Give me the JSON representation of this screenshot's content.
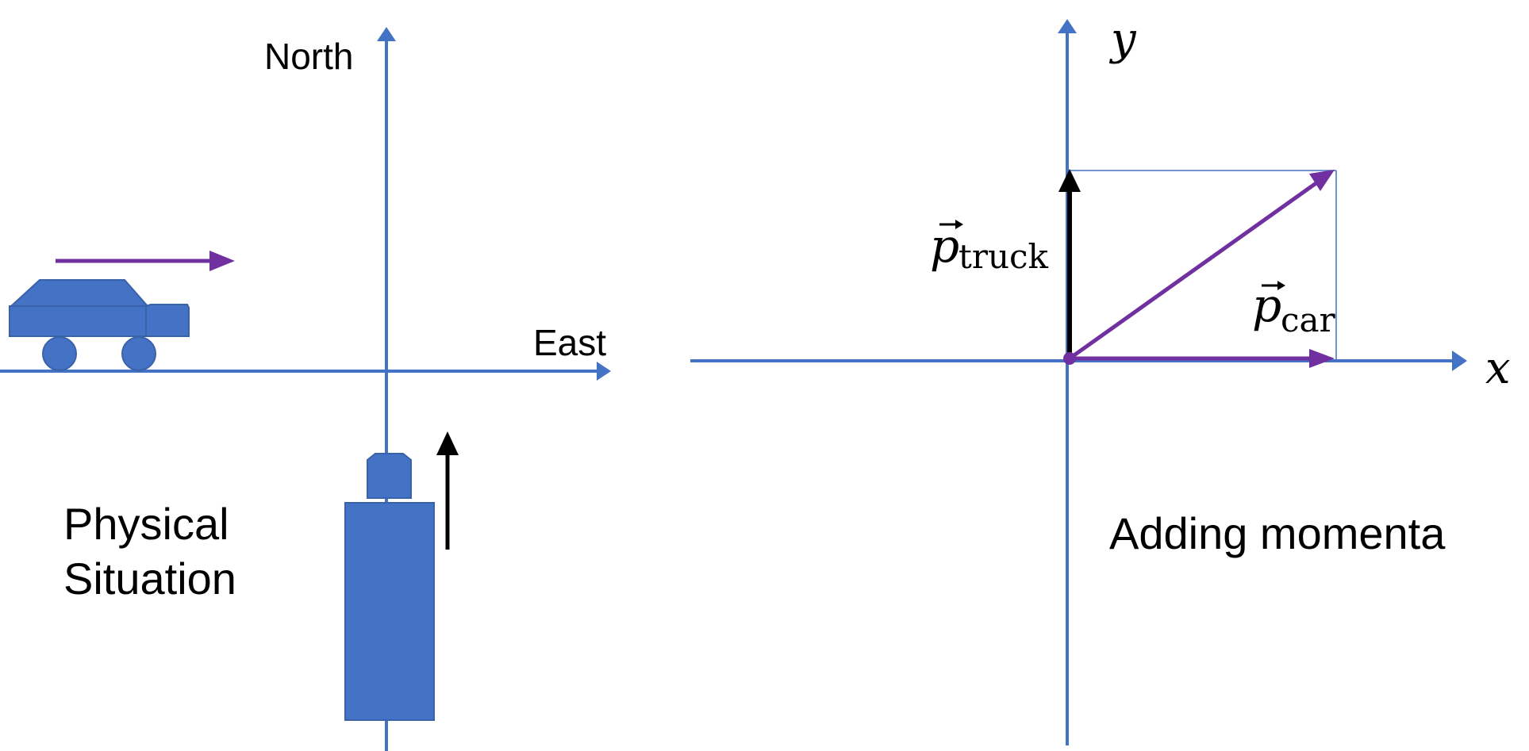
{
  "left_panel": {
    "north_label": "North",
    "east_label": "East",
    "caption_line1": "Physical",
    "caption_line2": "Situation"
  },
  "right_panel": {
    "y_label": "y",
    "x_label": "x",
    "p_truck_symbol": "p",
    "p_truck_subscript": "truck",
    "p_car_symbol": "p",
    "p_car_subscript": "car",
    "caption": "Adding momenta"
  },
  "colors": {
    "axis": "#4472C4",
    "vehicle": "#4472C4",
    "car_momentum": "#7030A0",
    "truck_momentum": "#000000"
  }
}
